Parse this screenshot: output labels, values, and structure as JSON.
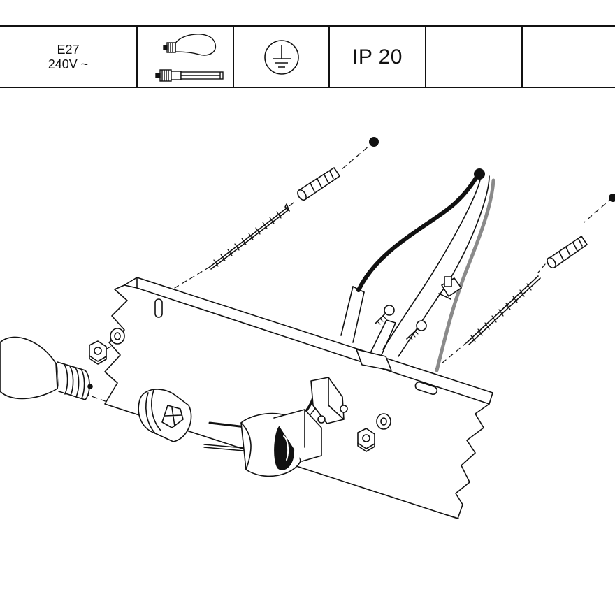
{
  "spec_bar": {
    "socket": {
      "line1": "E27",
      "line2": "240V ~"
    },
    "bulb_types": {
      "icons": [
        "incandescent-bulb-icon",
        "compact-fluorescent-bulb-icon"
      ]
    },
    "earth": {
      "icon": "protective-earth-icon"
    },
    "ip_rating": {
      "text": "IP 20"
    },
    "empty_cells": 2
  },
  "diagram": {
    "parts": [
      "wall-plug",
      "wood-screw",
      "wall-plate",
      "washer",
      "hex-nut",
      "light-bulb",
      "lamp-socket",
      "cable-clamp",
      "terminal-block",
      "lamp-arm",
      "clip",
      "mounting-screw"
    ],
    "colors": {
      "line": "#111111",
      "fill": "#ffffff",
      "shade": "#e6e6e6",
      "cable_grey": "#8a8a8a"
    }
  }
}
